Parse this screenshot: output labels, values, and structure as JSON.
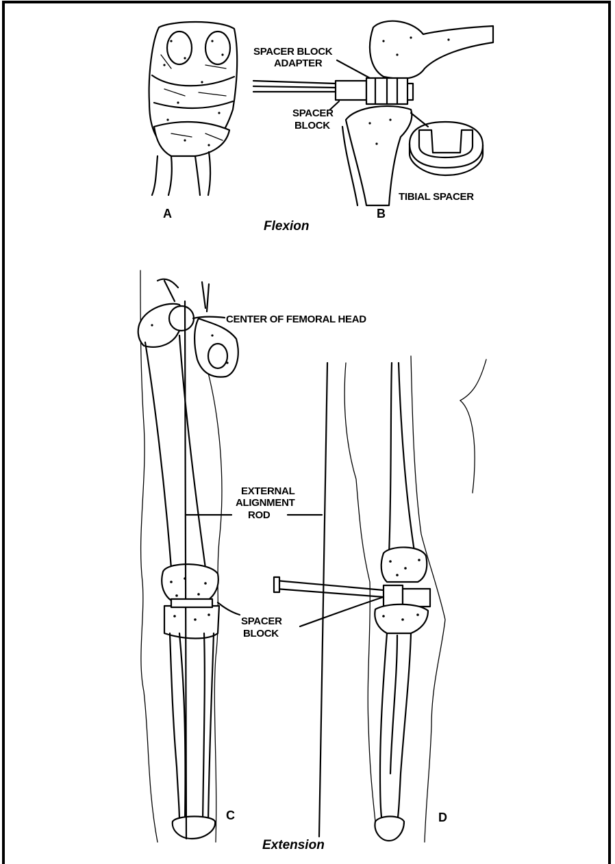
{
  "labels": {
    "spacer_block_adapter_1": "SPACER BLOCK",
    "spacer_block_adapter_2": "ADAPTER",
    "spacer_block_b_1": "SPACER",
    "spacer_block_b_2": "BLOCK",
    "tibial_spacer": "TIBIAL SPACER",
    "center_femoral_head": "CENTER OF FEMORAL HEAD",
    "external_alignment_rod_1": "EXTERNAL",
    "external_alignment_rod_2": "ALIGNMENT",
    "external_alignment_rod_3": "ROD",
    "spacer_block_c_1": "SPACER",
    "spacer_block_c_2": "BLOCK"
  },
  "panels": {
    "a": "A",
    "b": "B",
    "c": "C",
    "d": "D"
  },
  "captions": {
    "flexion": "Flexion",
    "extension": "Extension"
  }
}
